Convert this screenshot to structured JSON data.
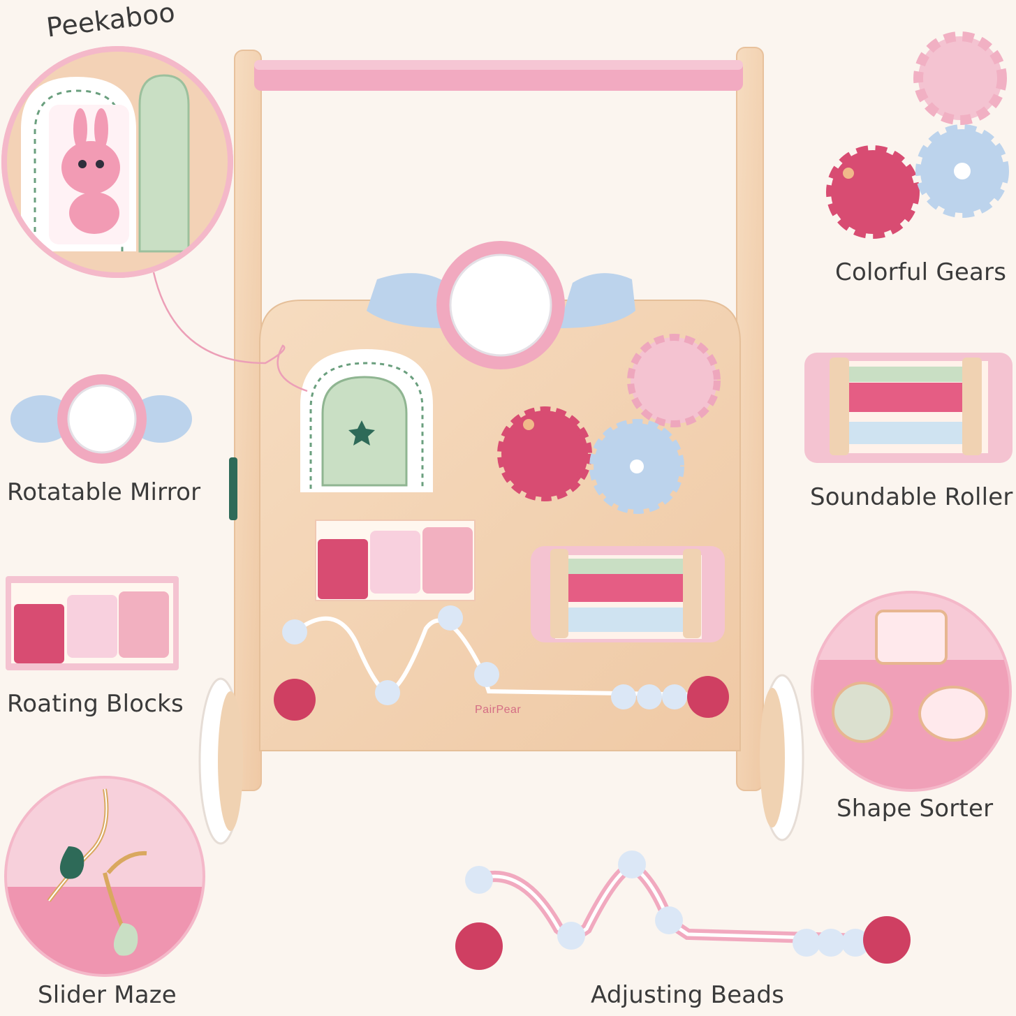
{
  "labels": {
    "peekaboo": "Peekaboo",
    "colorful_gears": "Colorful Gears",
    "rotatable_mirror": "Rotatable Mirror",
    "soundable_roller": "Soundable Roller",
    "roating_blocks": "Roating Blocks",
    "shape_sorter": "Shape Sorter",
    "slider_maze": "Slider Maze",
    "adjusting_beads": "Adjusting Beads"
  },
  "brand": "PairPear",
  "colors": {
    "background": "#fbf5ef",
    "wood": "#f3d6b8",
    "pink_light": "#f4c3d1",
    "pink": "#ec9fb7",
    "pink_dark": "#d84c72",
    "blue": "#bcd3ec",
    "green": "#c9dfc4",
    "text": "#3a3a3a"
  }
}
